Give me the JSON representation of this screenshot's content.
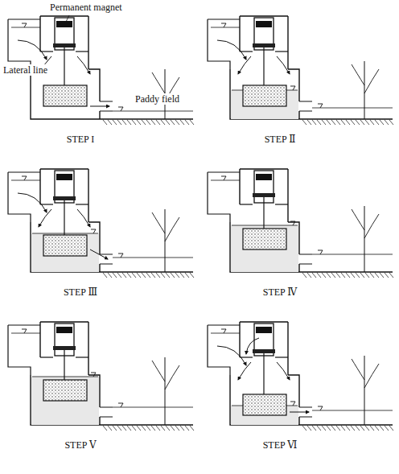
{
  "diagram": {
    "labels": [
      "Permanent magnet",
      "Lateral line",
      "Paddy field",
      "STEP I",
      "STEP Ⅱ",
      "STEP Ⅲ",
      "STEP Ⅳ",
      "STEP Ⅴ",
      "STEP Ⅵ"
    ]
  }
}
